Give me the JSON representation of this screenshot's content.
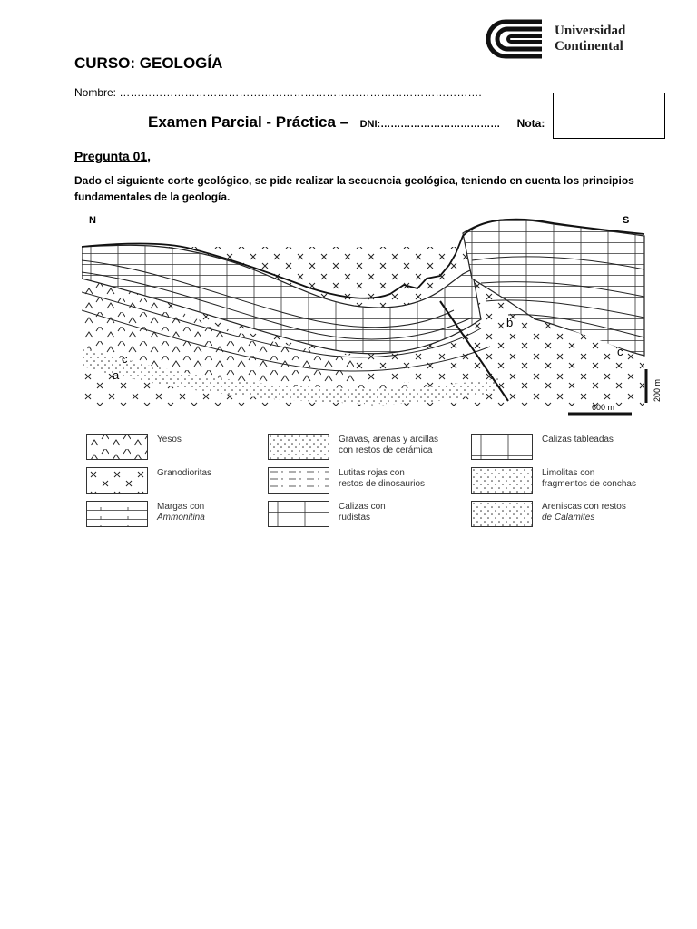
{
  "header": {
    "course": "CURSO: GEOLOGÍA",
    "name_line": "Nombre: ……………………………………………………………………………………….",
    "exam_title": "Examen Parcial - Práctica –",
    "dni": "DNI:………………………………",
    "nota": "Nota:"
  },
  "logo": {
    "line1": "Universidad",
    "line2": "Continental"
  },
  "question": {
    "title": "Pregunta 01",
    "comma": ",",
    "text": "Dado el siguiente corte geológico, se pide realizar la secuencia geológica, teniendo en cuenta los principios fundamentales de la geología."
  },
  "figure": {
    "north": "N",
    "south": "S",
    "labels": {
      "a": "a",
      "b": "b",
      "c_left": "c",
      "c_right": "c"
    },
    "scale_h": "600 m",
    "scale_v": "200 m"
  },
  "legend": [
    {
      "pattern": "yesos-pattern",
      "text1": "Yesos",
      "text2": ""
    },
    {
      "pattern": "gravas-pattern",
      "text1": "Gravas, arenas y arcillas",
      "text2": "con restos de cerámica"
    },
    {
      "pattern": "calizas-tableadas-pattern",
      "text1": "Calizas tableadas",
      "text2": ""
    },
    {
      "pattern": "granodioritas-pattern",
      "text1": "Granodioritas",
      "text2": ""
    },
    {
      "pattern": "lutitas-pattern",
      "text1": "Lutitas rojas con",
      "text2": "restos de dinosaurios"
    },
    {
      "pattern": "limolitas-pattern",
      "text1": "Limolitas con",
      "text2": "fragmentos de conchas"
    },
    {
      "pattern": "margas-pattern",
      "text1": "Margas con",
      "text2": "Ammonitina"
    },
    {
      "pattern": "calizas-rudistas-pattern",
      "text1": "Calizas con",
      "text2": "rudistas"
    },
    {
      "pattern": "areniscas-pattern",
      "text1": "Areniscas con restos",
      "text2": "de Calamites"
    }
  ]
}
